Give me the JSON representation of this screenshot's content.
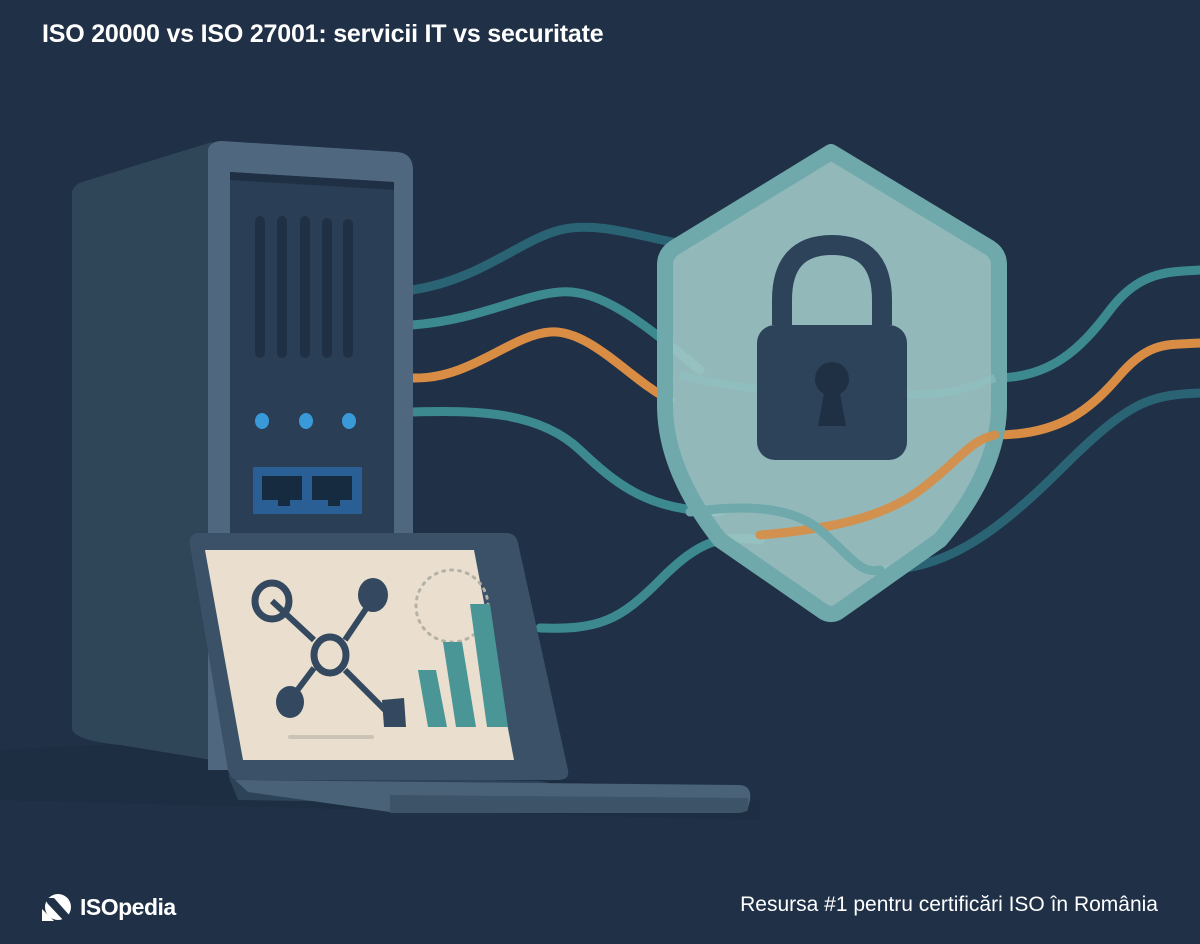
{
  "header": {
    "title": "ISO 20000 vs ISO 27001: servicii IT vs securitate"
  },
  "footer": {
    "brand": "ISOpedia",
    "brand_icon": "isopedia-logo-icon",
    "tagline": "Resursa #1 pentru certificări ISO în România"
  },
  "illustration": {
    "elements": [
      "server-tower",
      "laptop",
      "security-shield",
      "padlock",
      "network-cables"
    ],
    "server": {
      "led_count": 3,
      "ethernet_ports": 2,
      "vent_slots": 5
    },
    "laptop_screen": {
      "icons": [
        "network-graph-icon",
        "bar-chart-icon"
      ],
      "bar_count": 3
    }
  },
  "colors": {
    "background": "#1f3047",
    "server_front": "#4f6880",
    "server_side": "#2f4659",
    "server_panel": "#2a3f55",
    "led_blue": "#3a9ad9",
    "port_blue": "#2a5f96",
    "cable_teal": "#3c8a8f",
    "cable_teal_dark": "#2a6474",
    "cable_orange": "#d98d44",
    "shield_fill": "#9ec8c6",
    "shield_border": "#6fa9ab",
    "lock_body": "#2d4359",
    "screen_bg": "#eadfce",
    "chart_bar": "#4a9696",
    "text_white": "#ffffff"
  }
}
